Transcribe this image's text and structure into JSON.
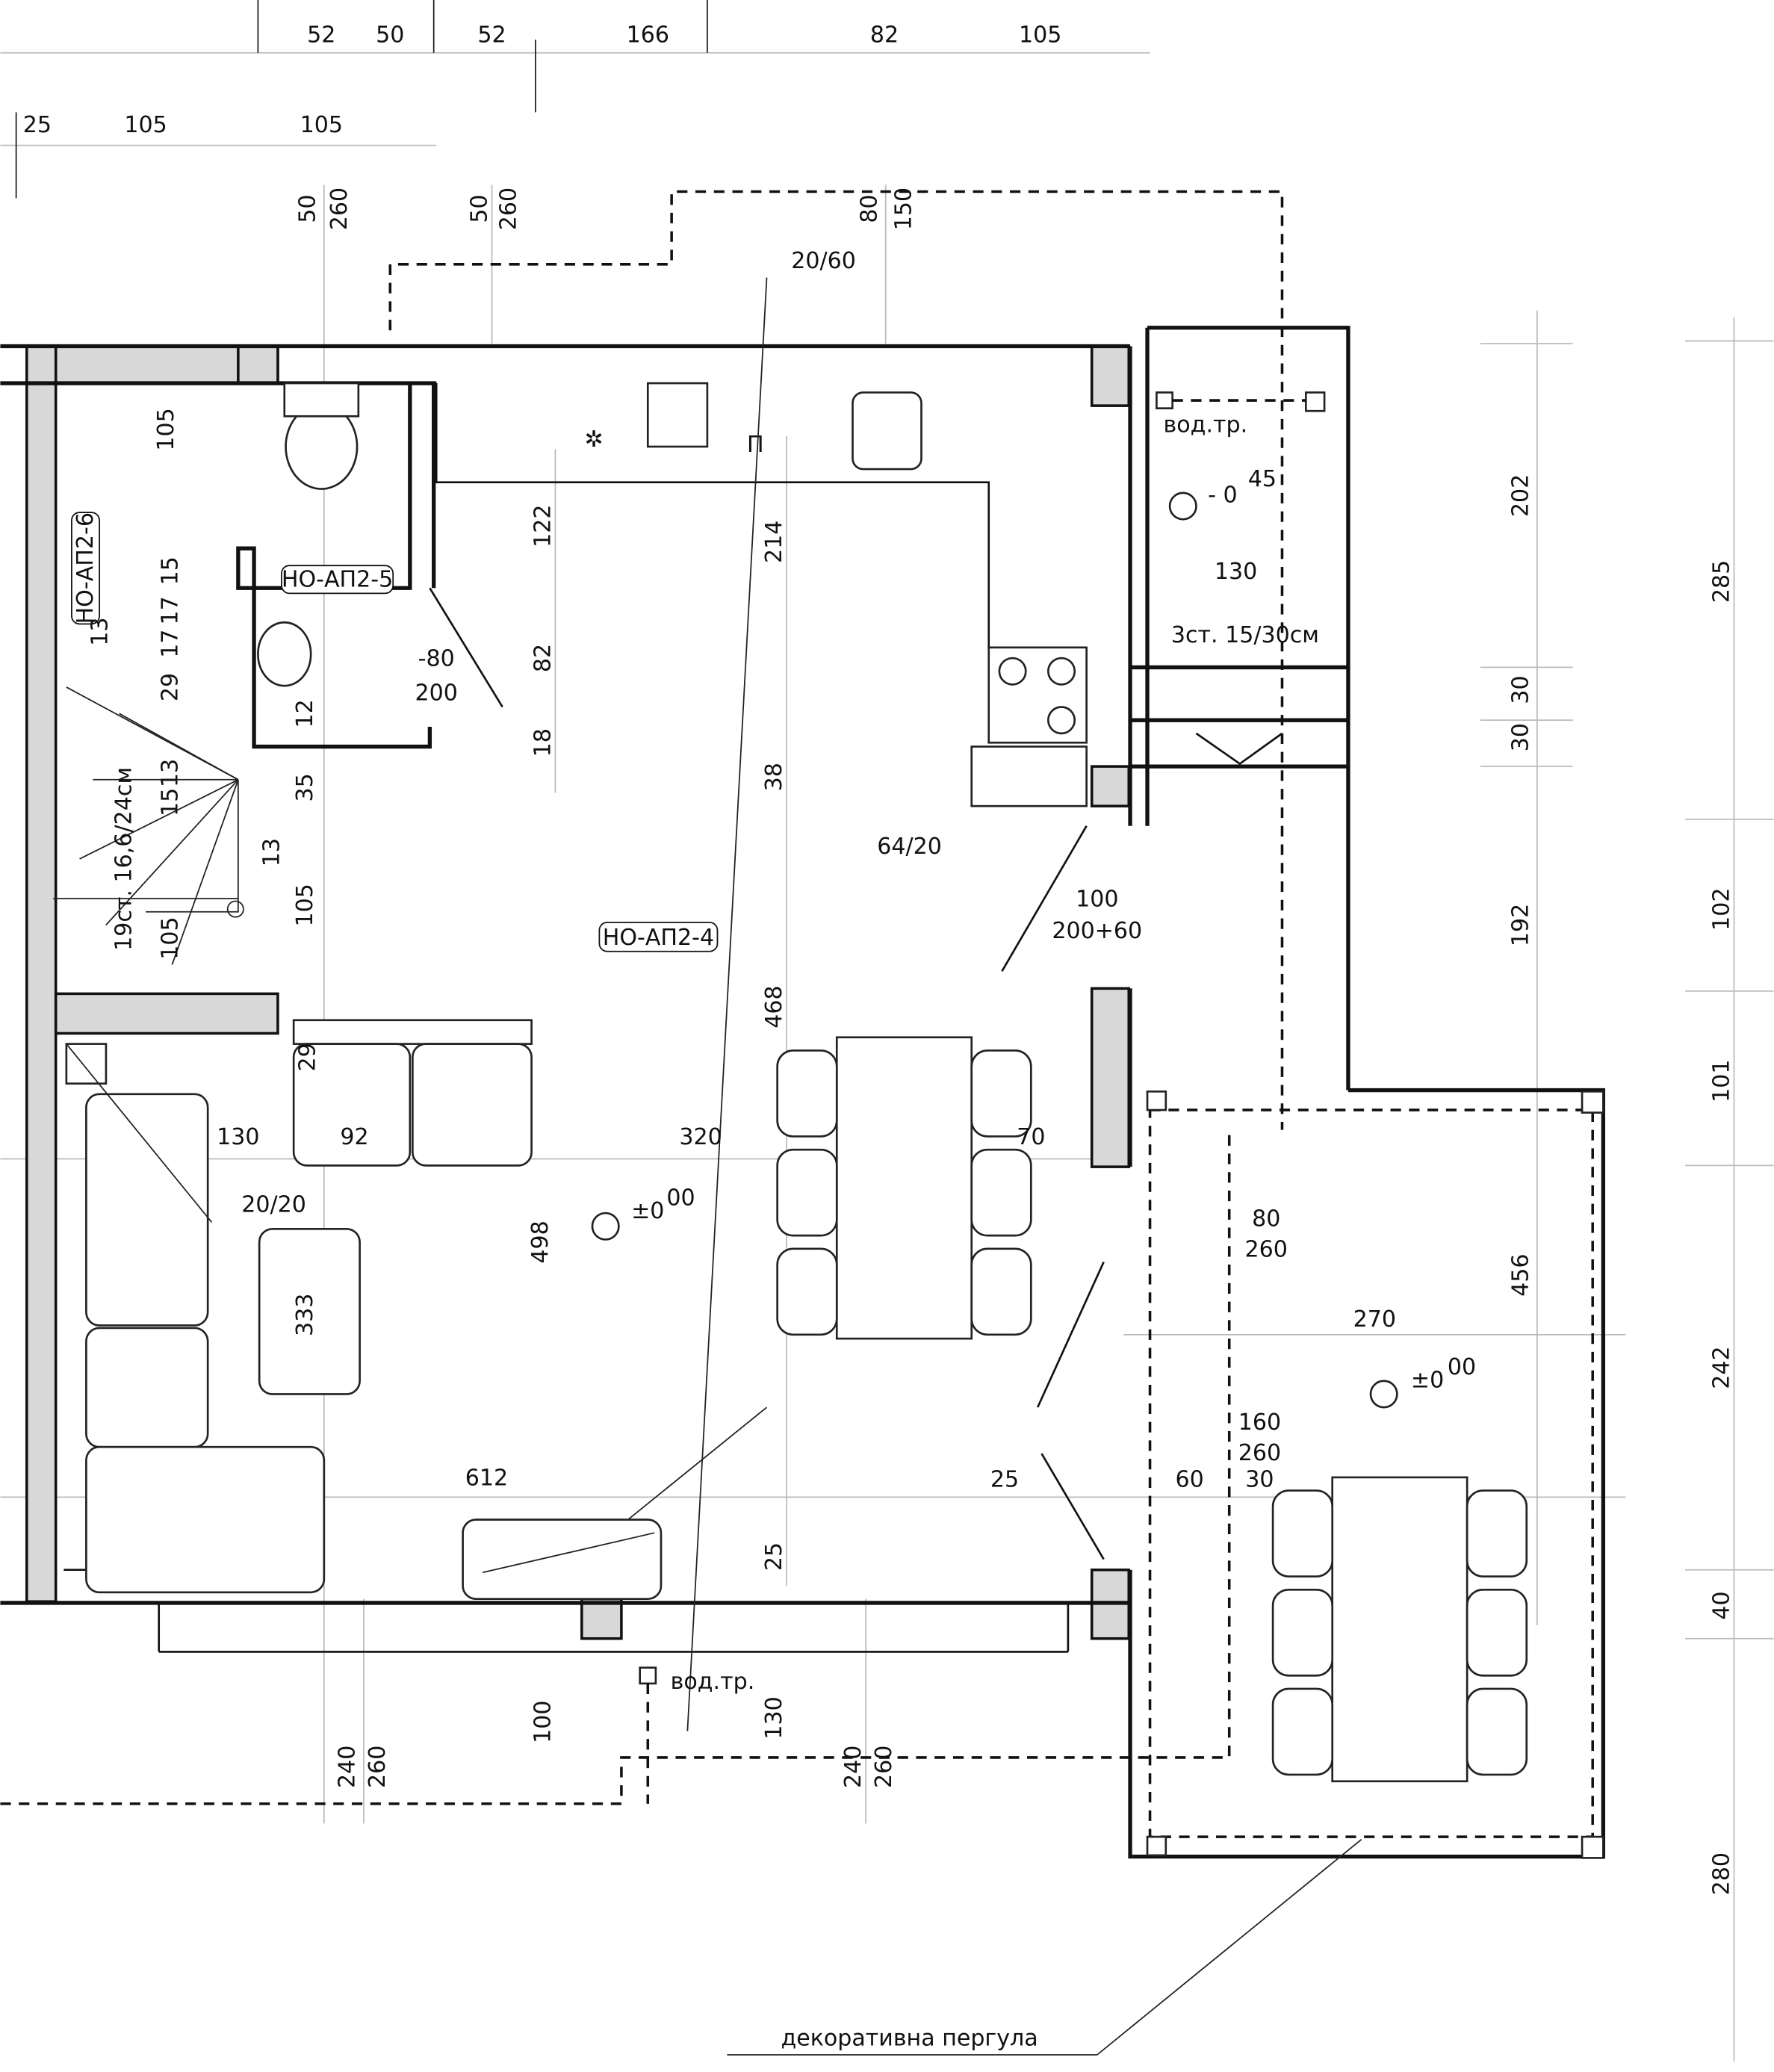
{
  "drawing": {
    "labels": [
      "52",
      "50",
      "52",
      "166",
      "82",
      "105",
      "25",
      "105",
      "105",
      "50",
      "260",
      "50",
      "260",
      "80",
      "150",
      "20/60",
      "105",
      "НО-АП2-6",
      "НО-АП2-5",
      "13",
      "15",
      "17",
      "17",
      "29",
      "13",
      "15",
      "12",
      "35",
      "13",
      "105",
      "105",
      "19ст. 16,6/24см",
      "122",
      "214",
      "82",
      "18",
      "38",
      "-80",
      "200",
      "64/20",
      "НО-АП2-4",
      "100",
      "200+60",
      "468",
      "29",
      "130",
      "92",
      "320",
      "70",
      "20/20",
      "498",
      "±0",
      "00",
      "333",
      "80",
      "260",
      "270",
      "456",
      "±0",
      "00",
      "612",
      "25",
      "60",
      "160",
      "260",
      "30",
      "25",
      "вод.тр.",
      "100",
      "130",
      "240",
      "260",
      "240",
      "260",
      "декоративна пергула",
      "вод.тр.",
      "- 0",
      "45",
      "130",
      "3ст. 15/30см",
      "202",
      "30",
      "30",
      "192",
      "285",
      "102",
      "101",
      "242",
      "40",
      "280"
    ]
  }
}
